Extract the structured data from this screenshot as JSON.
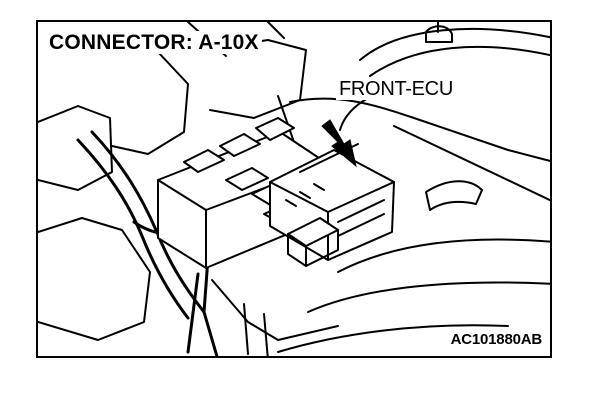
{
  "figure": {
    "title": "CONNECTOR: A-10X",
    "callout_label": "FRONT-ECU",
    "figure_code": "AC101880AB"
  },
  "colors": {
    "line": "#000000",
    "background": "#ffffff",
    "shade": "#9a9a9a"
  }
}
